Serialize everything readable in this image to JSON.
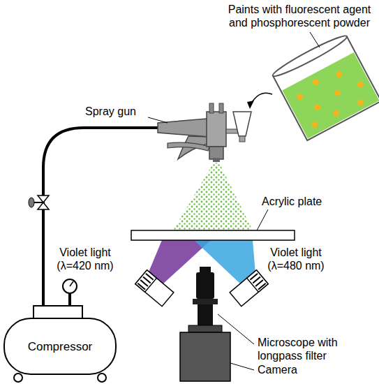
{
  "diagram": {
    "nodes": [
      {
        "text": [
          "Compressor"
        ]
      }
    ],
    "labels": [
      "Paints with fluorescent agent and phosphorescent powder",
      "Spray gun",
      "Acrylic plate",
      "Violet light (λ=420 nm)",
      "Violet light (λ=480 nm)",
      "Microscope with longpass filter",
      "Camera"
    ]
  }
}
